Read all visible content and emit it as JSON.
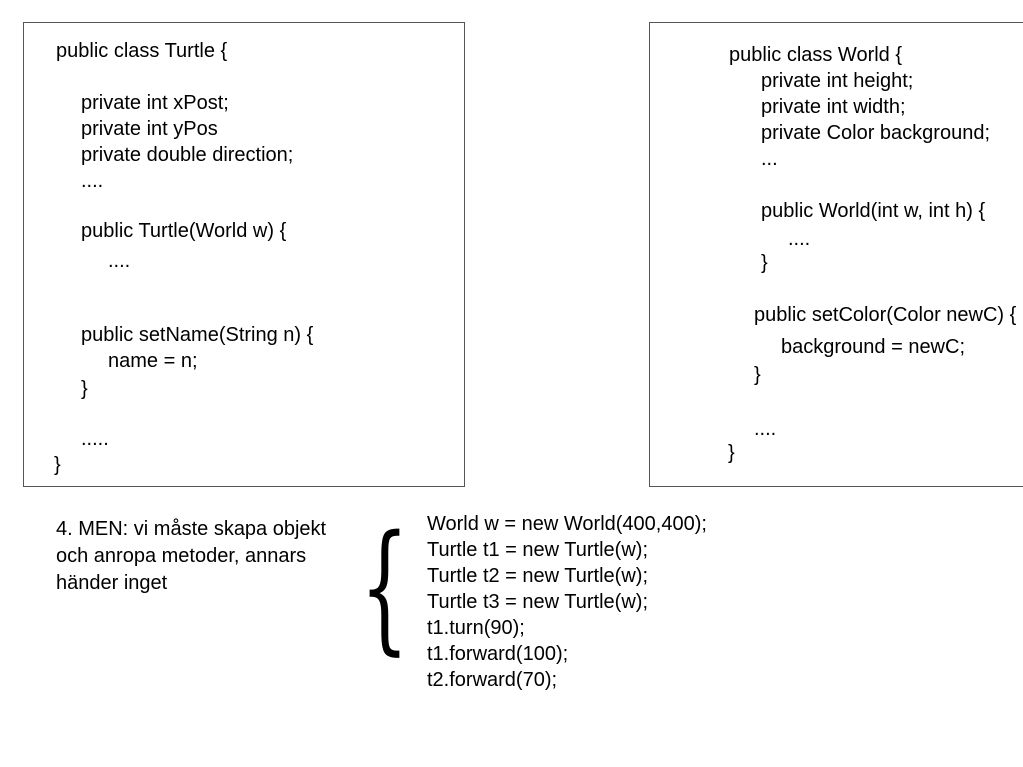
{
  "turtle_class": {
    "lines": [
      "public class Turtle {",
      "private int xPost;",
      "private int yPos",
      "private double direction;",
      "....",
      "public Turtle(World w) {",
      "....",
      "public setName(String n) {",
      "name = n;",
      "}",
      ".....",
      "}"
    ]
  },
  "world_class": {
    "lines": [
      "public class World {",
      "private int height;",
      "private int width;",
      "private Color background;",
      "...",
      "public World(int w, int h) {",
      "....",
      "}",
      "public setColor(Color newC) {",
      "background = newC;",
      "}",
      "....",
      "}"
    ]
  },
  "note": {
    "lines": [
      "4. MEN: vi måste skapa objekt",
      "och anropa metoder, annars",
      "händer inget"
    ]
  },
  "brace_symbol": "{",
  "snippet": {
    "lines": [
      "World w = new World(400,400);",
      "Turtle t1 = new Turtle(w);",
      "Turtle t2 = new Turtle(w);",
      "Turtle t3 = new Turtle(w);",
      "t1.turn(90);",
      "t1.forward(100);",
      "t2.forward(70);"
    ]
  }
}
